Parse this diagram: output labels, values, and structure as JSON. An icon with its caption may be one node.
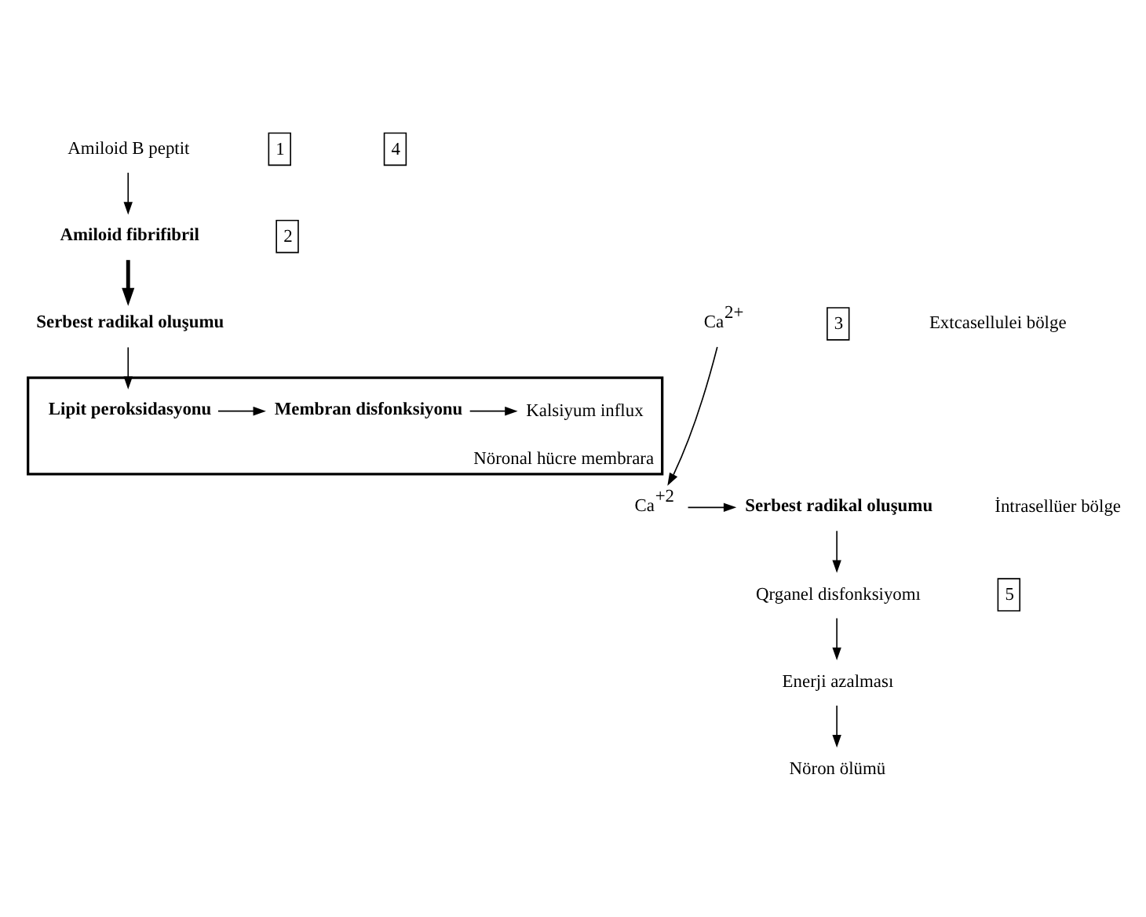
{
  "diagram": {
    "nodes": [
      {
        "text": [
          "Amiloid B peptit"
        ]
      },
      {
        "text": [
          "Amiloid fibrifibril"
        ]
      },
      {
        "text": [
          "Serbest radikal oluşumu"
        ]
      },
      {
        "text": [
          "Ca$^{2+}$"
        ]
      },
      {
        "text": [
          "Nöronal hücre membrara"
        ]
      },
      {
        "text": [
          "Kalsiyum influx"
        ],
        "in": 4
      },
      {
        "text": [
          "Membran disfonksiyonu"
        ],
        "in": 4
      },
      {
        "text": [
          "Lipit peroksidasyonu"
        ],
        "in": 4
      },
      {
        "text": [
          "Ca$^{+2}$"
        ]
      },
      {
        "text": [
          "Serbest radikal oluşumu"
        ]
      },
      {
        "text": [
          "Qrganel disfonksiyomı"
        ]
      },
      {
        "text": [
          "Enerji azalması"
        ]
      },
      {
        "text": [
          "Nöron ölümü"
        ]
      }
    ],
    "edges": [
      {
        "from": 0,
        "to": 1,
        "arrow": "to"
      },
      {
        "from": 1,
        "to": 2,
        "arrow": "to",
        "style": "thick"
      },
      {
        "from": 2,
        "to": 7,
        "arrow": "to"
      },
      {
        "from": 7,
        "to": 6,
        "arrow": "to"
      },
      {
        "from": 6,
        "to": 5,
        "arrow": "to"
      },
      {
        "from": 3,
        "to": 8,
        "arrow": "to"
      },
      {
        "from": 8,
        "to": 9,
        "arrow": "to"
      },
      {
        "from": 9,
        "to": 10,
        "arrow": "to"
      },
      {
        "from": 10,
        "to": 11,
        "arrow": "to"
      },
      {
        "from": 11,
        "to": 12,
        "arrow": "to"
      }
    ],
    "labels": [
      "1",
      "2",
      "3",
      "Extcasellulei bölge",
      "4",
      "5",
      "İntrasellüer bölge"
    ]
  }
}
